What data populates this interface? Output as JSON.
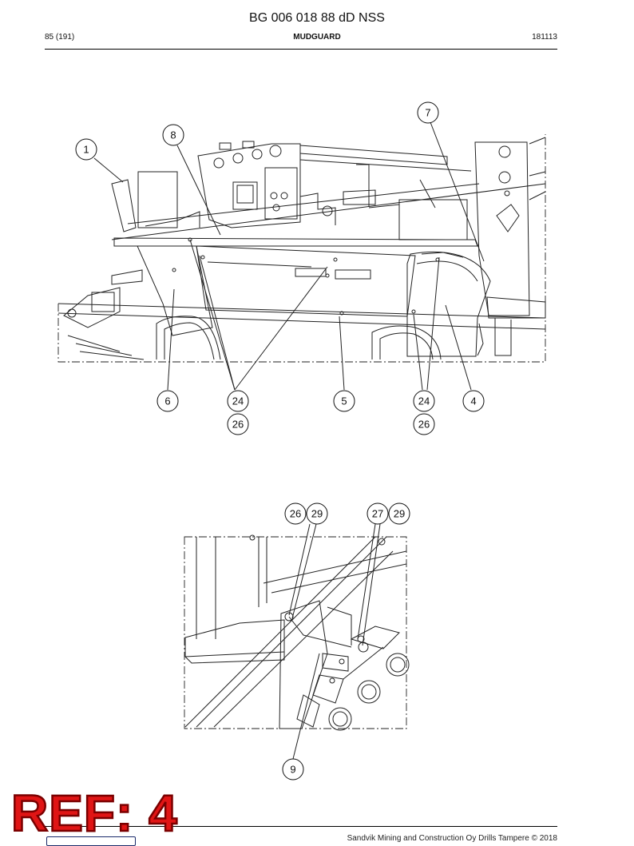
{
  "header": {
    "doc_title": "BG 006 018 88 dD NSS",
    "page": "85 (191)",
    "section": "MUDGUARD",
    "code": "181113"
  },
  "callouts_top": {
    "c1": "1",
    "c7": "7",
    "c8": "8",
    "c6": "6",
    "c24a": "24",
    "c26a": "26",
    "c5": "5",
    "c24b": "24",
    "c26b": "26",
    "c4": "4"
  },
  "callouts_bottom": {
    "c26": "26",
    "c29a": "29",
    "c27": "27",
    "c29b": "29",
    "c9": "9"
  },
  "stamp": {
    "text": "REF: 4"
  },
  "footer": {
    "copyright": "Sandvik Mining and Construction Oy Drills Tampere © 2018"
  }
}
